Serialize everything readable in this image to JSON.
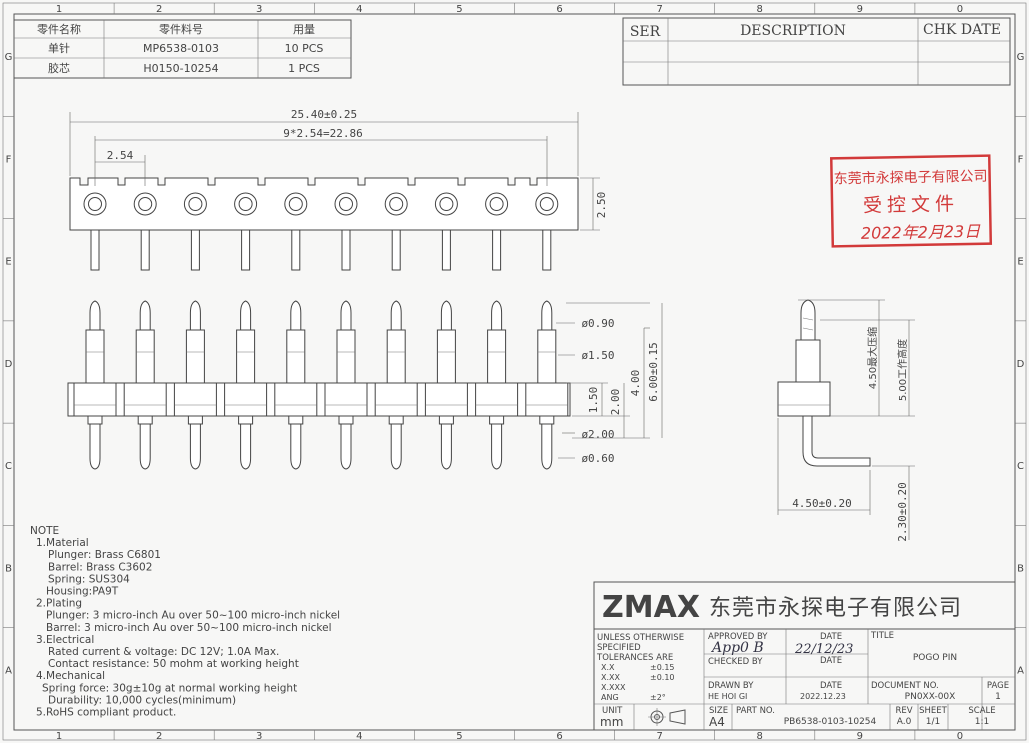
{
  "frame": {
    "top_cols": [
      "1",
      "2",
      "3",
      "4",
      "5",
      "6",
      "7",
      "8",
      "9",
      "0"
    ],
    "bottom_cols": [
      "1",
      "2",
      "3",
      "4",
      "5",
      "6",
      "7",
      "8",
      "9",
      "0"
    ],
    "left_rows": [
      "G",
      "F",
      "E",
      "D",
      "C",
      "B",
      "A"
    ],
    "right_rows": [
      "G",
      "F",
      "E",
      "D",
      "C",
      "B",
      "A"
    ]
  },
  "bom": {
    "headers": [
      "零件名称",
      "零件料号",
      "用量"
    ],
    "rows": [
      [
        "单针",
        "MP6538-0103",
        "10 PCS"
      ],
      [
        "胶芯",
        "H0150-10254",
        "1 PCS"
      ]
    ]
  },
  "revision": {
    "ser": "SER",
    "description": "DESCRIPTION",
    "chk_date": "CHK DATE"
  },
  "dims": {
    "overall": "25.40±0.25",
    "span": "9*2.54=22.86",
    "pitch": "2.54",
    "height_top": "2.50",
    "d090": "ø0.90",
    "d150": "ø1.50",
    "d200": "ø2.00",
    "d060": "ø0.60",
    "h150": "1.50",
    "h200": "2.00",
    "h400": "4.00",
    "h600": "6.00±0.15",
    "side_max": "4.50最大压缩",
    "side_work": "5.00工作高度",
    "side_width": "4.50±0.20",
    "side_tail": "2.30±0.20"
  },
  "stamp": {
    "company": "东莞市永探电子有限公司",
    "controlled": "受控文件",
    "date_text": "2022年2月23日"
  },
  "notes": [
    "NOTE",
    "1.Material",
    "Plunger: Brass C6801",
    "Barrel: Brass C3602",
    "Spring: SUS304",
    "Housing:PA9T",
    "2.Plating",
    "Plunger: 3 micro-inch  Au over 50~100 micro-inch nickel",
    "Barrel:  3 micro-inch  Au over 50~100 micro-inch nickel",
    "3.Electrical",
    "Rated current & voltage: DC 12V; 1.0A Max.",
    "Contact resistance: 50 mohm at working height",
    "4.Mechanical",
    "Spring force: 30g±10g at normal working height",
    "Durability: 10,000 cycles(minimum)",
    "5.RoHS compliant product."
  ],
  "title_block": {
    "logo": "ZMAX",
    "company": "东莞市永探电子有限公司",
    "unless": "UNLESS OTHERWISE",
    "specified": "SPECIFIED",
    "tolerances": "TOLERANCES ARE",
    "tol_rows": [
      [
        "X.X",
        "±0.15"
      ],
      [
        "X.XX",
        "±0.10"
      ],
      [
        "X.XXX",
        ""
      ],
      [
        "ANG",
        "±2°"
      ]
    ],
    "approved_by": "APPROVED BY",
    "approved_sig": "App0 B",
    "date_label": "DATE",
    "approved_date": "22/12/23",
    "checked_by": "CHECKED BY",
    "drawn_by": "DRAWN BY",
    "drawn_name": "HE HOI GI",
    "drawn_date": "2022.12.23",
    "title_label": "TITLE",
    "title_value": "POGO PIN",
    "doc_label": "DOCUMENT NO.",
    "doc_value": "PN0XX-00X",
    "page_label": "PAGE",
    "page_value": "1",
    "unit_label": "UNIT",
    "unit_value": "mm",
    "size_label": "SIZE",
    "size_value": "A4",
    "part_label": "PART NO.",
    "part_value": "PB6538-0103-10254",
    "rev_label": "REV",
    "rev_value": "A.0",
    "sheet_label": "SHEET",
    "sheet_value": "1/1",
    "scale_label": "SCALE",
    "scale_value": "1:1"
  }
}
